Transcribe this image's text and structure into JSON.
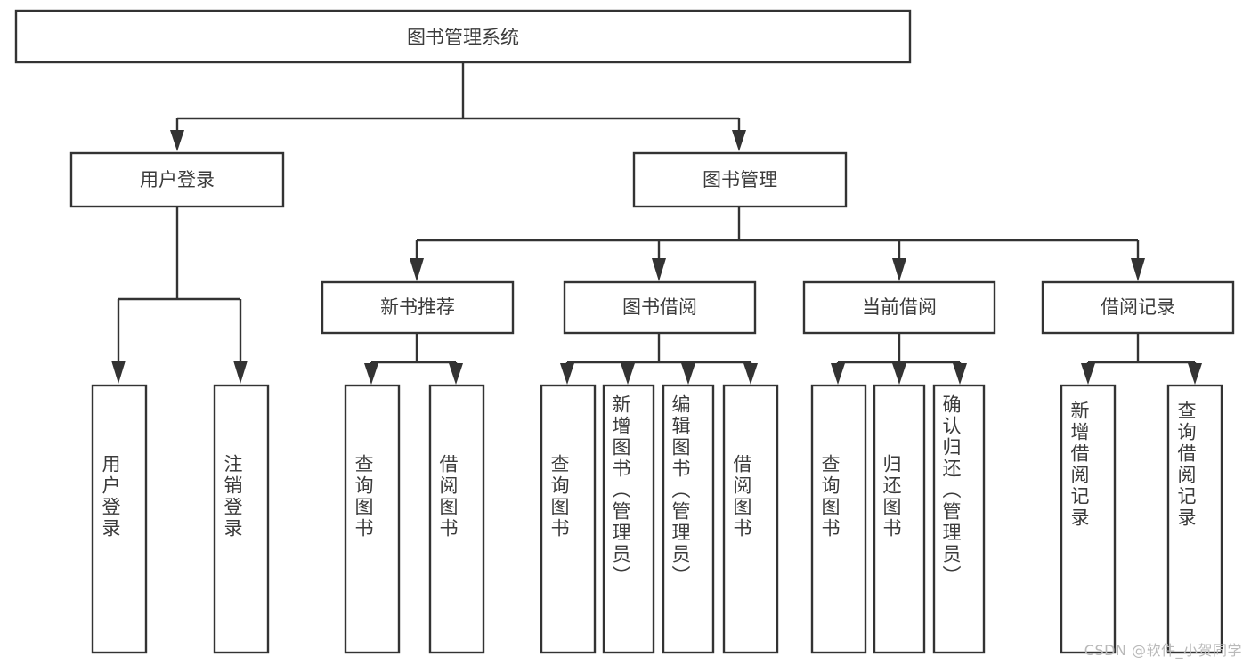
{
  "diagram": {
    "type": "hierarchy-tree",
    "title": "图书管理系统",
    "orientation": "top-down",
    "style": {
      "box_fill": "#ffffff",
      "box_stroke": "#333333",
      "text_color": "#3b3b3b",
      "background": "#ffffff",
      "watermark_color": "#b9b9b9"
    },
    "levels": [
      {
        "level": 1,
        "count": 1
      },
      {
        "level": 2,
        "count": 2
      },
      {
        "level": 3,
        "count": 4
      },
      {
        "level": 4,
        "count": 13
      }
    ],
    "nodes": {
      "root": {
        "label": "图书管理系统"
      },
      "level2": [
        {
          "id": "user-login",
          "label": "用户登录"
        },
        {
          "id": "book-manage",
          "label": "图书管理"
        }
      ],
      "level3": [
        {
          "id": "new-book-rec",
          "label": "新书推荐",
          "parent": "book-manage"
        },
        {
          "id": "book-borrow",
          "label": "图书借阅",
          "parent": "book-manage"
        },
        {
          "id": "current-borrow",
          "label": "当前借阅",
          "parent": "book-manage"
        },
        {
          "id": "borrow-record",
          "label": "借阅记录",
          "parent": "book-manage"
        }
      ],
      "leaves": [
        {
          "id": "leaf-user-login",
          "label": "用户登录",
          "parent": "user-login"
        },
        {
          "id": "leaf-logout",
          "label": "注销登录",
          "parent": "user-login"
        },
        {
          "id": "leaf-query-book-1",
          "label": "查询图书",
          "parent": "new-book-rec"
        },
        {
          "id": "leaf-borrow-book-1",
          "label": "借阅图书",
          "parent": "new-book-rec"
        },
        {
          "id": "leaf-query-book-2",
          "label": "查询图书",
          "parent": "book-borrow"
        },
        {
          "id": "leaf-add-book",
          "label": "新增图书（管理员）",
          "parent": "book-borrow"
        },
        {
          "id": "leaf-edit-book",
          "label": "编辑图书（管理员）",
          "parent": "book-borrow"
        },
        {
          "id": "leaf-borrow-book-2",
          "label": "借阅图书",
          "parent": "book-borrow"
        },
        {
          "id": "leaf-query-book-3",
          "label": "查询图书",
          "parent": "current-borrow"
        },
        {
          "id": "leaf-return-book",
          "label": "归还图书",
          "parent": "current-borrow"
        },
        {
          "id": "leaf-confirm-return",
          "label": "确认归还（管理员）",
          "parent": "current-borrow"
        },
        {
          "id": "leaf-add-record",
          "label": "新增借阅记录",
          "parent": "borrow-record"
        },
        {
          "id": "leaf-query-record",
          "label": "查询借阅记录",
          "parent": "borrow-record"
        }
      ]
    }
  },
  "watermark": {
    "text": "CSDN @软件_小贺同学"
  }
}
